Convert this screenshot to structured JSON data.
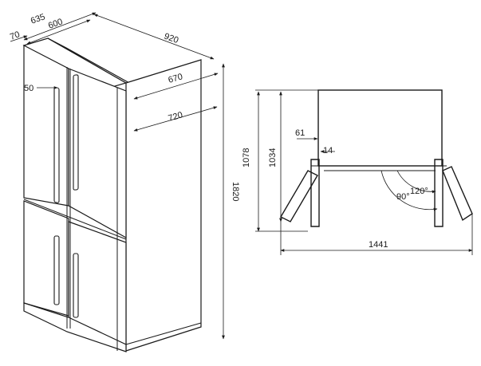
{
  "dimensions": {
    "depth_total": "635",
    "depth_body": "600",
    "offset_top": "70",
    "width": "920",
    "handle_offset": "50",
    "inner_depth": "670",
    "open_depth": "720",
    "height": "1820",
    "plan_depth_total": "1078",
    "plan_depth_body": "1034",
    "door_gap": "61",
    "door_thickness": "14",
    "angle_open": "120°",
    "angle_right": "90°",
    "plan_width_open": "1441"
  }
}
